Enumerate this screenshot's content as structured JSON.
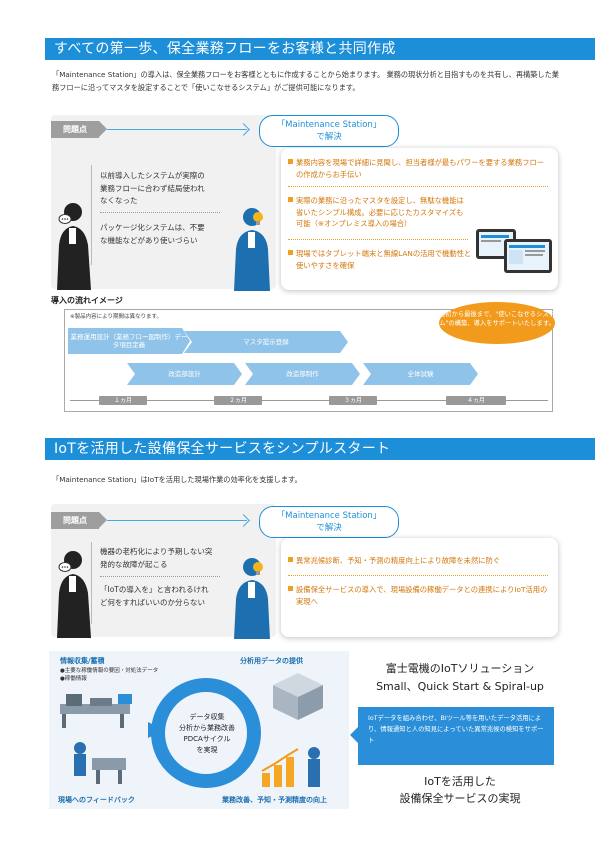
{
  "section1": {
    "title": "すべての第一歩、保全業務フローをお客様と共同作成",
    "intro": "「Maintenance Station」の導入は、保全業務フローをお客様とともに作成することから始まります。 業務の現状分析と目指すものを共有し、再構築した業務フローに沿ってマスタを設定することで「使いこなせるシステム」がご提供可能になります。",
    "problem_tag": "問題点",
    "solution_label_1": "「Maintenance Station」",
    "solution_label_2": "で解決",
    "problems": [
      "以前導入したシステムが実際の業務フローに合わず結局使われなくなった",
      "パッケージ化システムは、不要な機能などがあり使いづらい"
    ],
    "solutions": [
      "業務内容を現場で詳細に見聞し、担当者様が最もパワーを要する業務フローの作成からお手伝い",
      "実際の業務に沿ったマスタを設定し、無駄な機能は省いたシンプル構成。必要に応じたカスタマイズも可能（※オンプレミス導入の場合）",
      "現場ではタブレット端末と無線LANの活用で機動性と使いやすさを確保"
    ]
  },
  "flow": {
    "title": "導入の流れイメージ",
    "note": "※製品内容により期間は異なります。",
    "bubble": "最初から最後まで、\"使いこなせるシステム\"の構築、導入をサポートいたします。",
    "steps": [
      "業務運用設計（業務フロー図制作）データ項目定義",
      "マスタ提示登録",
      "改造部設計",
      "改造部制作",
      "全体試験"
    ],
    "times": [
      "１ヵ月",
      "２ヵ月",
      "３ヵ月",
      "４ヵ月"
    ]
  },
  "section2": {
    "title": "IoTを活用した設備保全サービスをシンプルスタート",
    "intro": "「Maintenance Station」はIoTを活用した現場作業の効率化を支援します。",
    "problem_tag": "問題点",
    "solution_label_1": "「Maintenance Station」",
    "solution_label_2": "で解決",
    "problems": [
      "機器の老朽化により予期しない突発的な故障が起こる",
      "「IoTの導入を」と言われるけれど何をすればいいのか分らない"
    ],
    "solutions": [
      "異常兆候診断、予知・予測の精度向上により故障を未然に防ぐ",
      "設備保全サービスの導入で、現場設備の稼働データとの連携によりIoT活用の実現へ"
    ]
  },
  "iot": {
    "collect_label": "情報収集/蓄積",
    "collect_items": [
      "●主要な稼働情報の要因・対処法データ",
      "●稼働情報"
    ],
    "provide_label": "分析用データの提供",
    "cycle_text": [
      "データ収集",
      "分析から業務改善",
      "PDCAサイクル",
      "を実現"
    ],
    "feedback_label": "現場へのフィードバック",
    "improve_label": "業務改善、予知・予測精度の向上"
  },
  "right": {
    "heading_1": "富士電機のIoTソリューション",
    "heading_2": "Small、Quick Start & Spiral-up",
    "callout": "IoTデータを組み合わせ、BIツール等を用いたデータ活用により、情報通知と人の知見によっていた異常兆候の検知をサポート",
    "footer_1": "IoTを活用した",
    "footer_2": "設備保全サービスの実現"
  },
  "colors": {
    "brand_blue": "#1d8fd8",
    "accent_orange": "#f29a1b",
    "chevron_blue": "#8fc3ea"
  }
}
